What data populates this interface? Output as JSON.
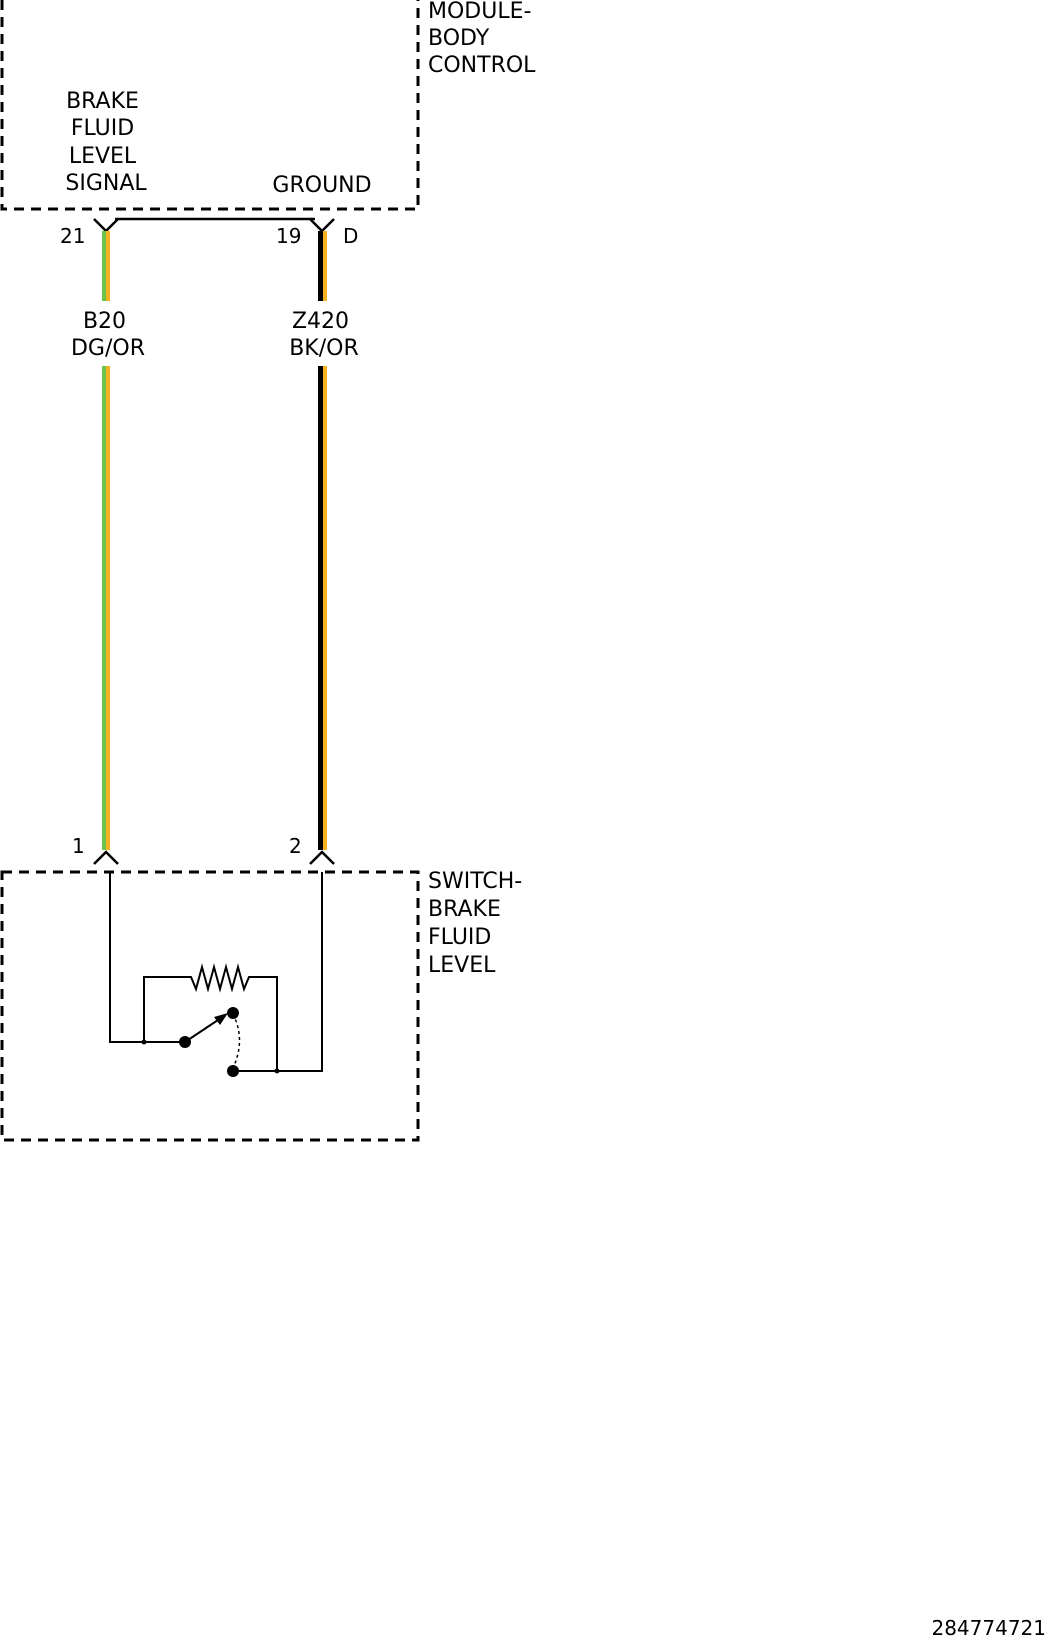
{
  "colors": {
    "dg": "#6cc24a",
    "or": "#f4b223",
    "bk": "#000000"
  },
  "modules": {
    "bcm": {
      "label_lines": [
        "MODULE-",
        "BODY",
        "CONTROL"
      ]
    },
    "switch": {
      "label_lines": [
        "SWITCH-",
        "BRAKE",
        "FLUID",
        "LEVEL"
      ]
    }
  },
  "bcm_pins": {
    "signal": {
      "label_lines": [
        "BRAKE",
        "FLUID",
        "LEVEL",
        "SIGNAL"
      ],
      "pin": "21"
    },
    "ground": {
      "label": "GROUND",
      "pin": "19",
      "connector": "D"
    }
  },
  "wires": [
    {
      "circuit": "B20",
      "color_code": "DG/OR",
      "base": "dg",
      "stripe": "or"
    },
    {
      "circuit": "Z420",
      "color_code": "BK/OR",
      "base": "bk",
      "stripe": "or"
    }
  ],
  "switch_pins": {
    "pin1": "1",
    "pin2": "2"
  },
  "doc_id": "284774721"
}
